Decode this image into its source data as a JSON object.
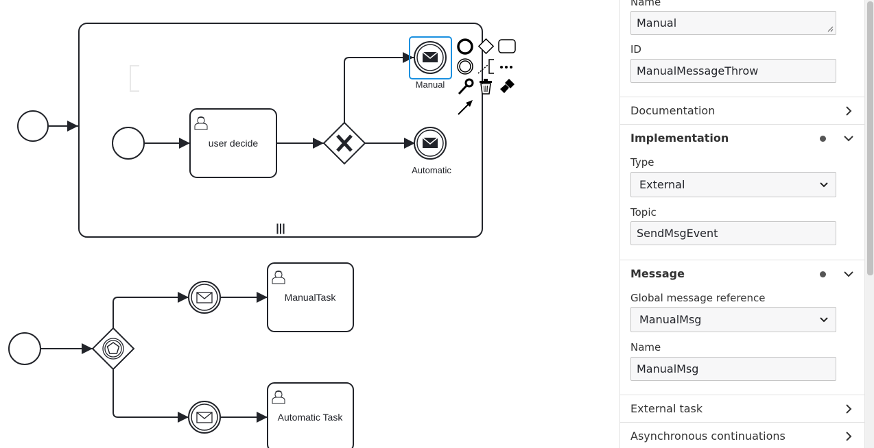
{
  "diagram": {
    "subprocess_marker": "|||",
    "task_user_decide": "user decide",
    "event_manual_label": "Manual",
    "event_automatic_label": "Automatic",
    "task_manual": "ManualTask",
    "task_automatic": "Automatic Task",
    "icons": {
      "context_pad": [
        "end-event-icon",
        "gateway-icon",
        "task-icon",
        "intermediate-event-icon",
        "text-annotation-icon",
        "more-icon",
        "change-type-icon",
        "delete-icon",
        "color-icon",
        "connect-icon"
      ],
      "gateway_exclusive": "x-icon",
      "gateway_event_based": "pentagon-icon",
      "message": "envelope-icon",
      "user_task": "user-icon"
    },
    "colors": {
      "selection": "#1a90e0",
      "stroke": "#22242a"
    }
  },
  "panel": {
    "name_label": "Name",
    "name_value": "Manual",
    "id_label": "ID",
    "id_value": "ManualMessageThrow",
    "groups": {
      "documentation": "Documentation",
      "implementation": "Implementation",
      "message": "Message",
      "external_task": "External task",
      "async": "Asynchronous continuations"
    },
    "type_label": "Type",
    "type_value": "External",
    "topic_label": "Topic",
    "topic_value": "SendMsgEvent",
    "global_msg_label": "Global message reference",
    "global_msg_value": "ManualMsg",
    "msg_name_label": "Name",
    "msg_name_value": "ManualMsg"
  }
}
